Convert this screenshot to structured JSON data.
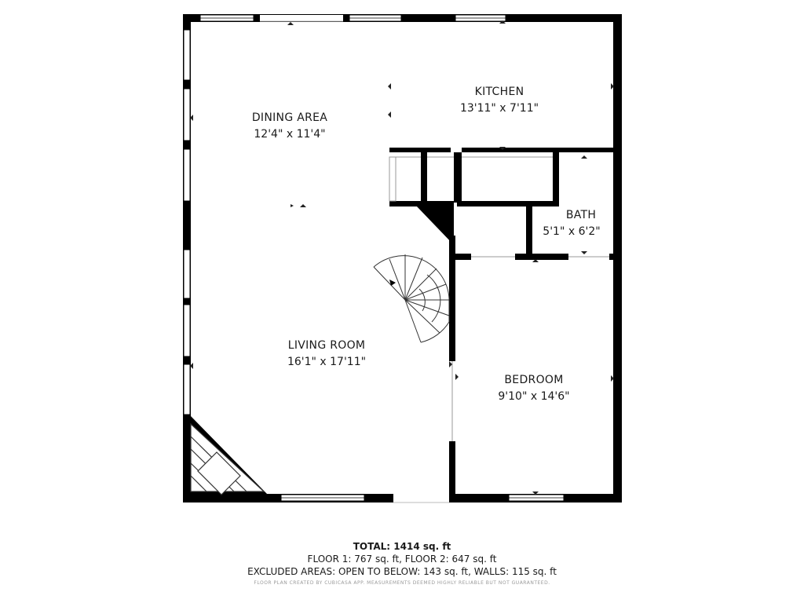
{
  "rooms": {
    "dining": {
      "name": "DINING AREA",
      "dims": "12'4\" x 11'4\""
    },
    "kitchen": {
      "name": "KITCHEN",
      "dims": "13'11\" x 7'11\""
    },
    "bath": {
      "name": "BATH",
      "dims": "5'1\" x 6'2\""
    },
    "living": {
      "name": "LIVING ROOM",
      "dims": "16'1\" x 17'11\""
    },
    "bedroom": {
      "name": "BEDROOM",
      "dims": "9'10\" x 14'6\""
    }
  },
  "footer": {
    "total": "TOTAL: 1414 sq. ft",
    "floors": "FLOOR 1: 767 sq. ft, FLOOR 2: 647 sq. ft",
    "excluded": "EXCLUDED AREAS: OPEN TO BELOW: 143 sq. ft, WALLS: 115 sq. ft",
    "disclaimer": "FLOOR PLAN CREATED BY CUBICASA APP. MEASUREMENTS DEEMED HIGHLY RELIABLE BUT NOT GUARANTEED."
  },
  "colors": {
    "wall": "#000000",
    "window": "#ffffff",
    "background": "#ffffff"
  }
}
